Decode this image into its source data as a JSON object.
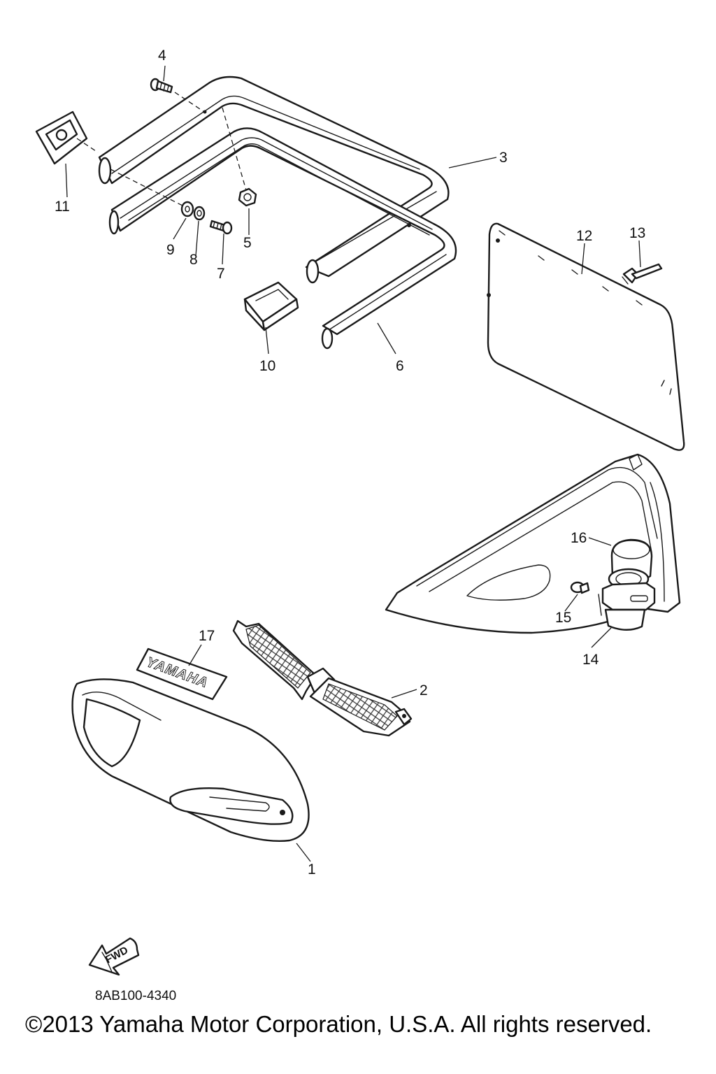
{
  "diagram": {
    "callouts": [
      "1",
      "2",
      "3",
      "4",
      "5",
      "6",
      "7",
      "8",
      "9",
      "10",
      "11",
      "12",
      "13",
      "14",
      "15",
      "16",
      "17"
    ],
    "decal_text": "YAMAHA",
    "fwd_label": "FWD",
    "drawing_code": "8AB100-4340",
    "copyright": "©2013 Yamaha Motor Corporation, U.S.A. All rights reserved."
  }
}
